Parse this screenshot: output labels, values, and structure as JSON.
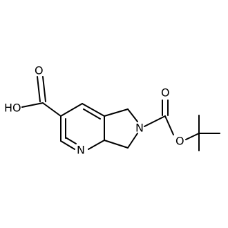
{
  "molecule": {
    "atoms": {
      "hydroxyl": "HO",
      "acid_carbonyl_oxygen": "O",
      "ring_nitrogen_pyridine": "N",
      "ring_nitrogen_pyrrolidine": "N",
      "ester_carbonyl_oxygen": "O",
      "ester_oxygen": "O"
    }
  }
}
